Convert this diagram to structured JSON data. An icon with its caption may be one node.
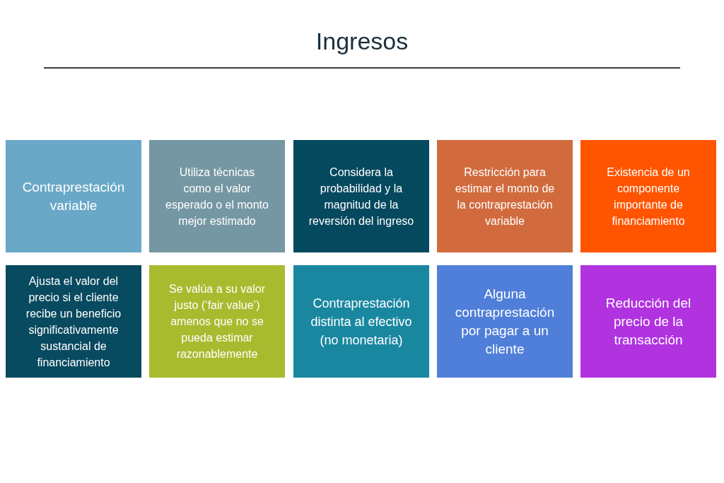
{
  "diagram": {
    "title": "Ingresos",
    "nodes": [
      {
        "text": [
          "Contraprestación variable"
        ]
      },
      {
        "text": [
          "Utiliza técnicas como el valor esperado o el monto mejor estimado"
        ]
      },
      {
        "text": [
          "Considera la probabilidad y la magnitud de la reversión del ingreso"
        ]
      },
      {
        "text": [
          "Restricción para estimar el monto de la contraprestación variable"
        ]
      },
      {
        "text": [
          "Existencia de un componente importante de financiamiento"
        ]
      },
      {
        "text": [
          "Ajusta el valor del precio si el cliente recibe un beneficio significativamente sustancial de financiamiento"
        ]
      },
      {
        "text": [
          "Se valúa a su valor justo (‘fair value’) amenos que no se pueda estimar razonablemente"
        ]
      },
      {
        "text": [
          "Contraprestación distinta al efectivo (no monetaria)"
        ]
      },
      {
        "text": [
          "Alguna contraprestación por pagar a un cliente"
        ]
      },
      {
        "text": [
          "Reducción del precio de la transacción"
        ]
      }
    ]
  }
}
